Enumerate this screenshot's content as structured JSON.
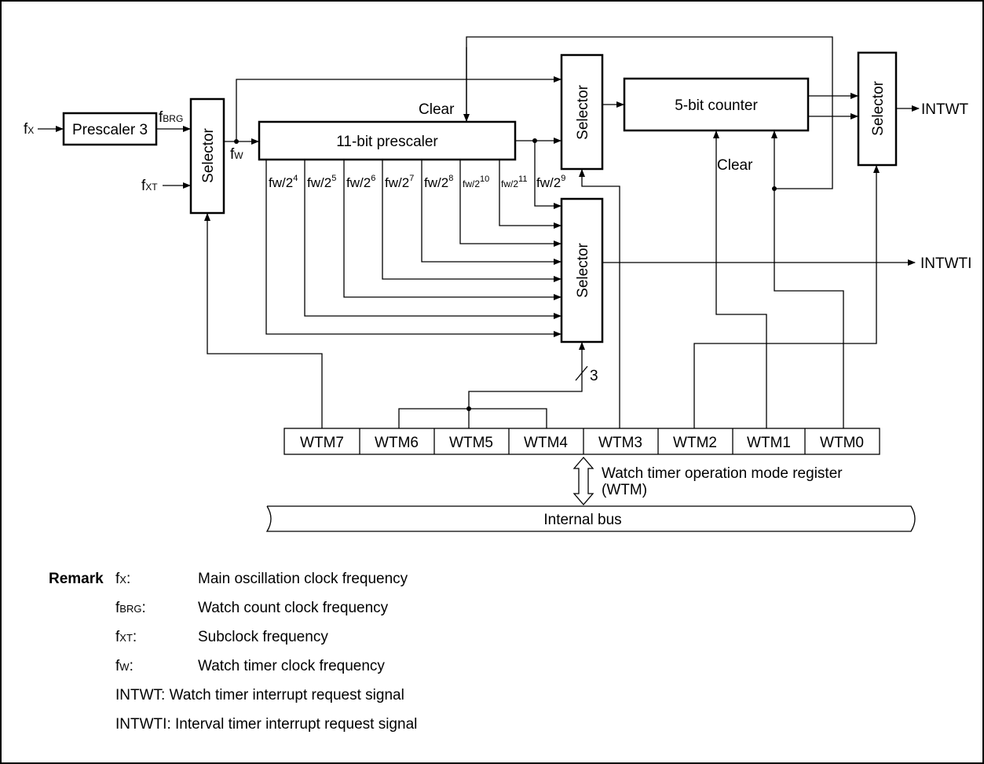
{
  "diagram": {
    "input_fx": {
      "base": "f",
      "sub": "X"
    },
    "input_fxt": {
      "base": "f",
      "sub": "XT"
    },
    "fbrg": {
      "base": "f",
      "sub": "BRG"
    },
    "fw": {
      "base": "f",
      "sub": "W"
    },
    "prescaler3": "Prescaler 3",
    "selector_label": "Selector",
    "prescaler11": "11-bit prescaler",
    "counter5": "5-bit counter",
    "clear_label": "Clear",
    "out_intwt": "INTWT",
    "out_intwti": "INTWTI",
    "bus_width": "3",
    "taps": [
      {
        "base": "fw/2",
        "exp": "4"
      },
      {
        "base": "fw/2",
        "exp": "5"
      },
      {
        "base": "fw/2",
        "exp": "6"
      },
      {
        "base": "fw/2",
        "exp": "7"
      },
      {
        "base": "fw/2",
        "exp": "8"
      },
      {
        "base": "fw/2",
        "exp": "10"
      },
      {
        "base": "fw/2",
        "exp": "11"
      },
      {
        "base": "fw/2",
        "exp": "9"
      }
    ],
    "register_bits": [
      "WTM7",
      "WTM6",
      "WTM5",
      "WTM4",
      "WTM3",
      "WTM2",
      "WTM1",
      "WTM0"
    ],
    "register_name_line1": "Watch timer operation mode register",
    "register_name_line2": "(WTM)",
    "internal_bus": "Internal bus"
  },
  "remark": {
    "title": "Remark",
    "items": [
      {
        "sym_base": "f",
        "sym_sub": "X",
        "sym_tail": ":",
        "desc": "Main oscillation clock frequency"
      },
      {
        "sym_base": "f",
        "sym_sub": "BRG",
        "sym_tail": ":",
        "desc": "Watch count clock frequency"
      },
      {
        "sym_base": "f",
        "sym_sub": "XT",
        "sym_tail": ":",
        "desc": "Subclock frequency"
      },
      {
        "sym_base": "f",
        "sym_sub": "W",
        "sym_tail": ":",
        "desc": "Watch timer clock frequency"
      },
      {
        "sym_base": "INTWT",
        "sym_sub": "",
        "sym_tail": ":",
        "desc": "Watch timer interrupt request signal"
      },
      {
        "sym_base": "INTWTI",
        "sym_sub": "",
        "sym_tail": ":",
        "desc": "Interval timer interrupt request signal"
      }
    ]
  }
}
